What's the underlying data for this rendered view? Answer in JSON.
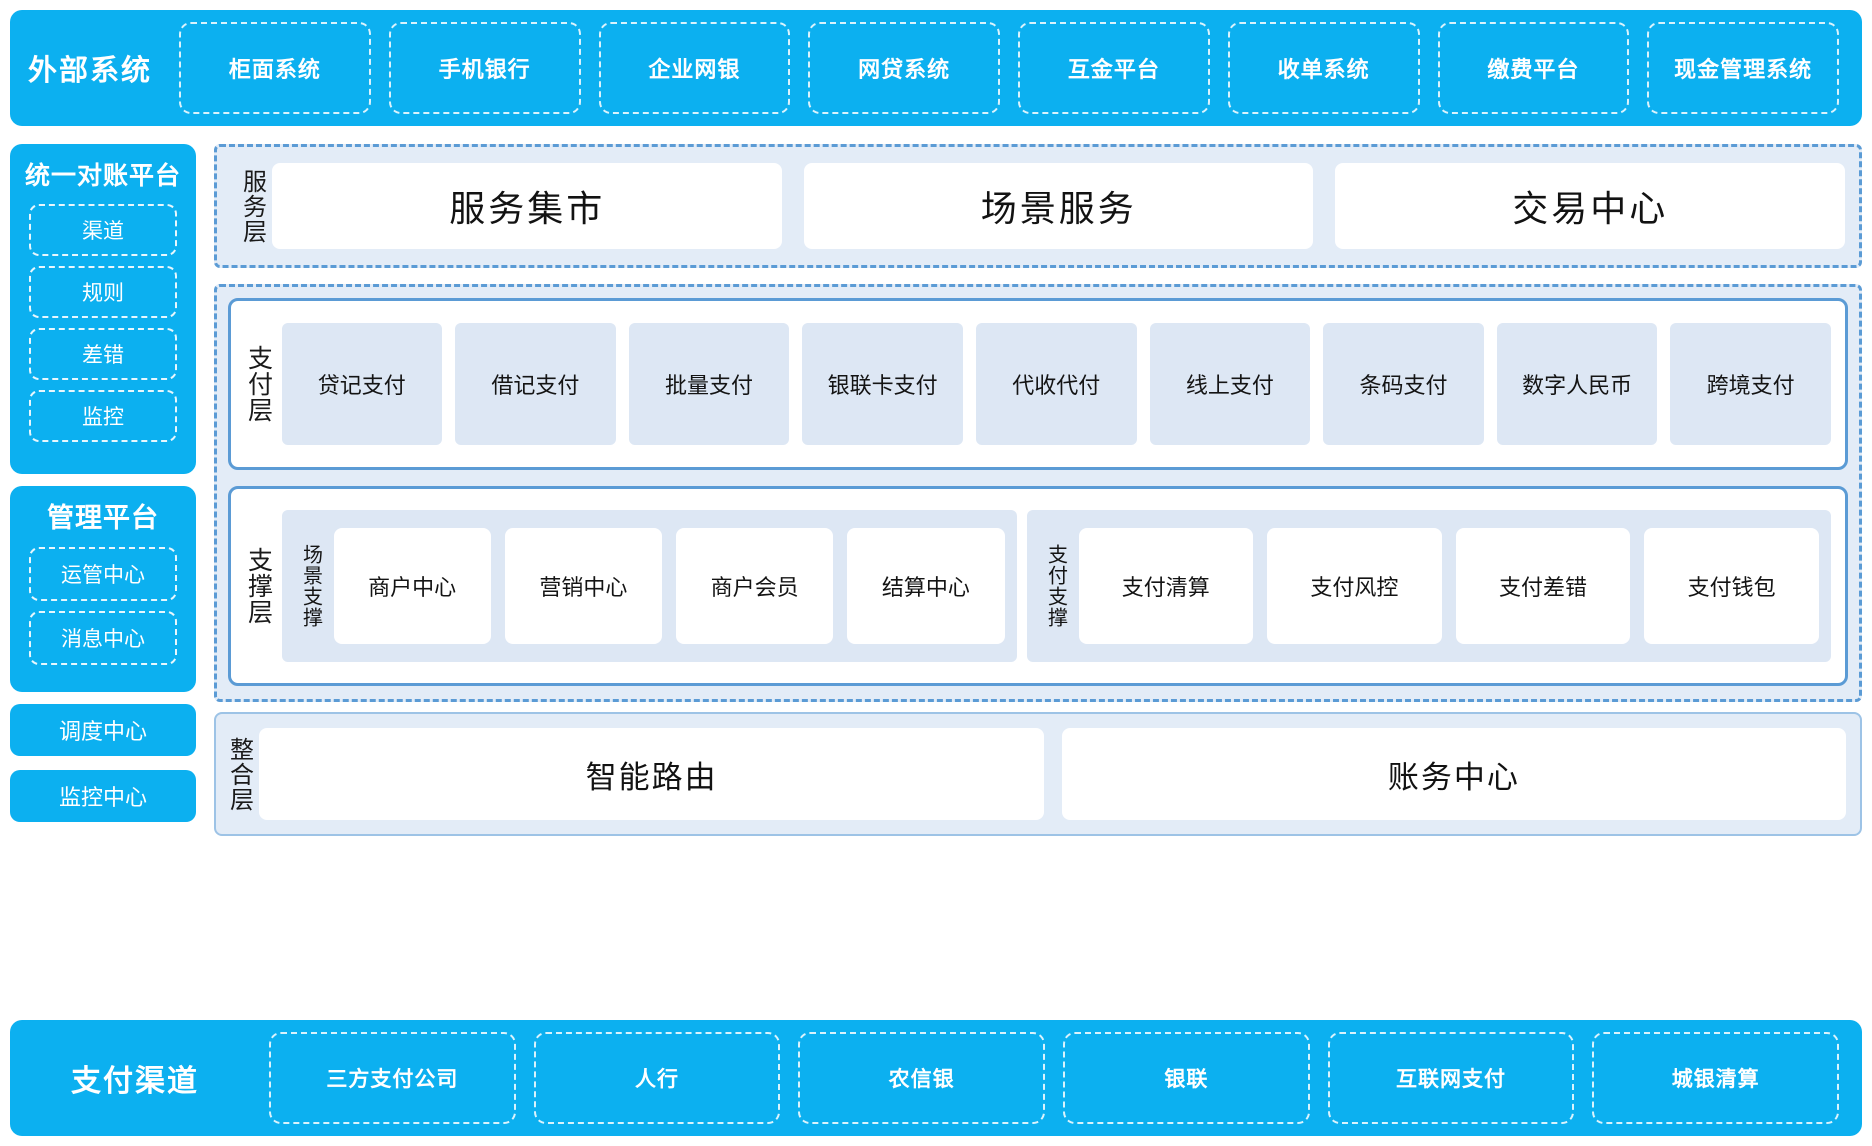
{
  "external_systems": {
    "title": "外部系统",
    "items": [
      "柜面系统",
      "手机银行",
      "企业网银",
      "网贷系统",
      "互金平台",
      "收单系统",
      "缴费平台",
      "现金管理系统"
    ]
  },
  "sidebar": {
    "reconciliation": {
      "title": "统一对账平台",
      "items": [
        "渠道",
        "规则",
        "差错",
        "监控"
      ]
    },
    "management": {
      "title": "管理平台",
      "items": [
        "运管中心",
        "消息中心"
      ]
    },
    "standalone": [
      "调度中心",
      "监控中心"
    ]
  },
  "service_layer": {
    "label": "服务层",
    "items": [
      "服务集市",
      "场景服务",
      "交易中心"
    ]
  },
  "payment_layer": {
    "label": "支付层",
    "items": [
      "贷记支付",
      "借记支付",
      "批量支付",
      "银联卡支付",
      "代收代付",
      "线上支付",
      "条码支付",
      "数字人民币",
      "跨境支付"
    ]
  },
  "support_layer": {
    "label": "支撑层",
    "groups": [
      {
        "label": "场景支撑",
        "items": [
          "商户中心",
          "营销中心",
          "商户会员",
          "结算中心"
        ]
      },
      {
        "label": "支付支撑",
        "items": [
          "支付清算",
          "支付风控",
          "支付差错",
          "支付钱包"
        ]
      }
    ]
  },
  "integration_layer": {
    "label": "整合层",
    "items": [
      "智能路由",
      "账务中心"
    ]
  },
  "payment_channels": {
    "title": "支付渠道",
    "items": [
      "三方支付公司",
      "人行",
      "农信银",
      "银联",
      "互联网支付",
      "城银清算"
    ]
  },
  "colors": {
    "brand_cyan": "#0cb0f0",
    "panel_border_blue": "#5b9bd5",
    "soft_blue_bg": "#e3ecf7",
    "tile_blue": "#dde7f4",
    "white": "#ffffff"
  }
}
